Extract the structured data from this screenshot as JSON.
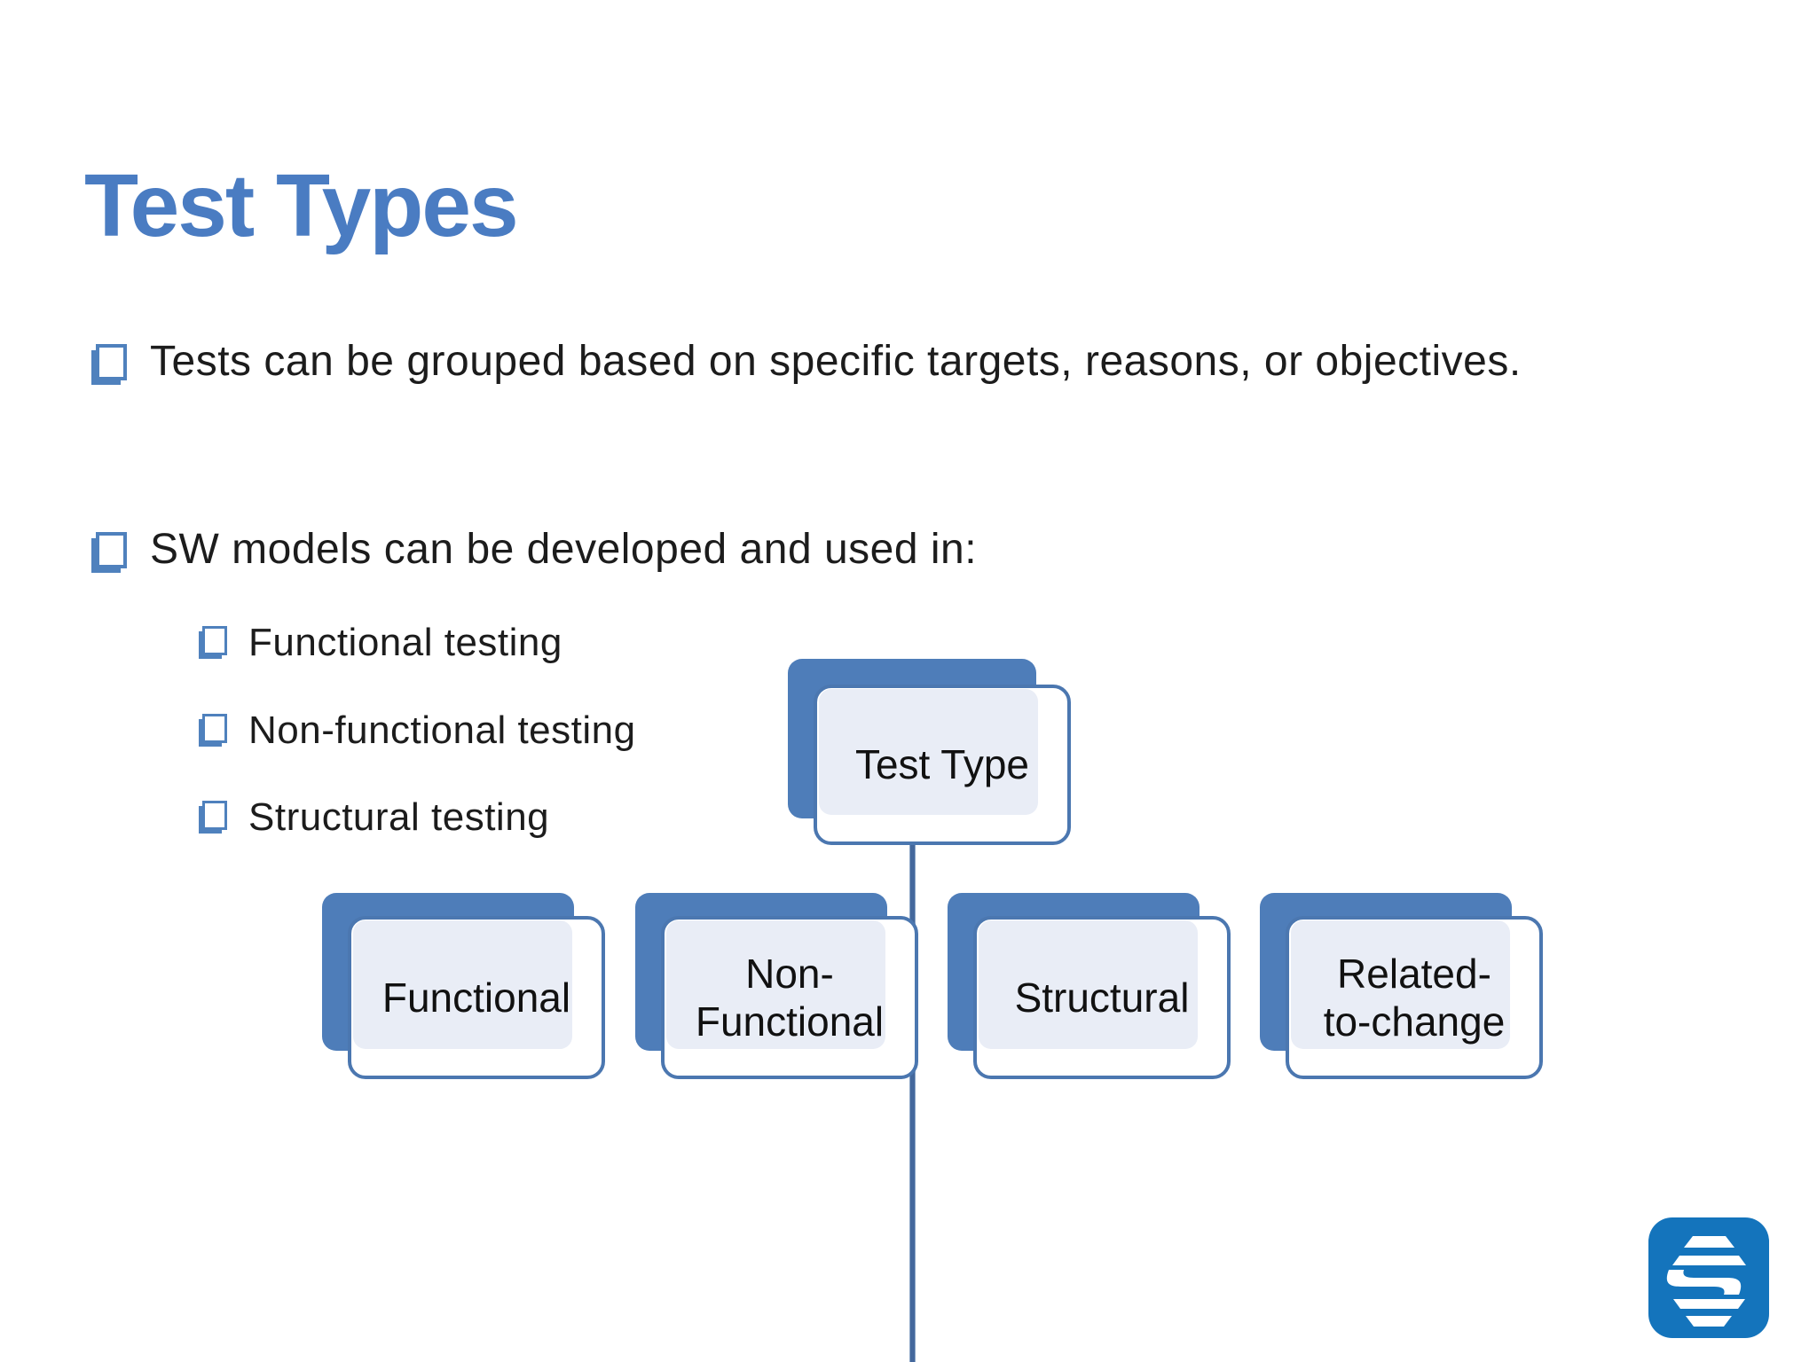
{
  "slide": {
    "title": "Test Types",
    "bullets": {
      "b1": "Tests can be grouped based on specific targets, reasons, or objectives.",
      "b2": "SW models can be developed and used in:"
    },
    "sub_bullets": [
      "Functional testing",
      "Non-functional testing",
      "Structural testing"
    ]
  },
  "diagram": {
    "root": "Test Type",
    "children": [
      "Functional",
      "Non-\nFunctional",
      "Structural",
      "Related-\nto-change"
    ]
  },
  "icons": {
    "bullet": "shadowed-square-bullet-icon",
    "logo": "blue-globe-s-logo-icon"
  },
  "colors": {
    "title_blue": "#4A7CC2",
    "bullet_blue": "#4F81BD",
    "node_shadow_blue": "#4E7DB9",
    "node_border_blue": "#4B77B0",
    "node_panel_fill": "#E9EDF6",
    "connector_blue": "#44689C",
    "logo_blue": "#1474BC",
    "text_black": "#1C1C1C"
  }
}
